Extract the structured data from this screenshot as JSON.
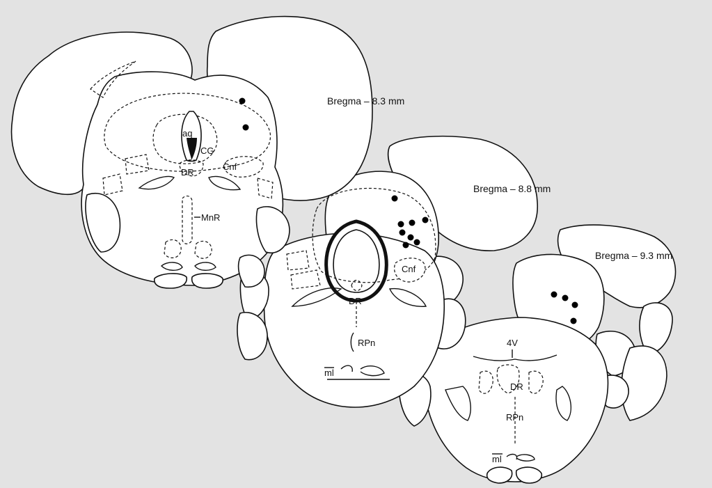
{
  "figure": {
    "background_color": "#e3e3e3",
    "sections": [
      {
        "id": "s1",
        "level_label": "Bregma – 8.3 mm",
        "structures": {
          "aq": "aq",
          "cg": "CG",
          "cnf": "Cnf",
          "dr": "DR",
          "mnr": "MnR"
        },
        "injection_site_count": 2
      },
      {
        "id": "s2",
        "level_label": "Bregma – 8.8 mm",
        "structures": {
          "cnf": "Cnf",
          "dr": "DR",
          "rpn": "RPn",
          "ml": "ml"
        },
        "injection_site_count": 8
      },
      {
        "id": "s3",
        "level_label": "Bregma – 9.3 mm",
        "structures": {
          "v4": "4V",
          "dr": "DR",
          "rpn": "RPn",
          "ml": "ml"
        },
        "injection_site_count": 4
      }
    ]
  }
}
